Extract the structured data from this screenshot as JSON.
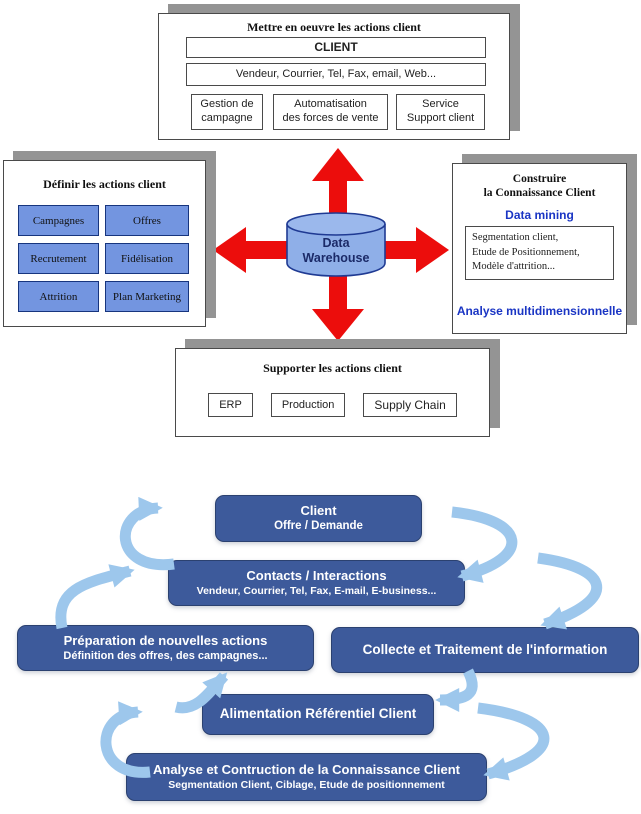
{
  "colors": {
    "red_arrow": "#ec0d0c",
    "cylinder_fill": "#8fafe8",
    "cylinder_border": "#1f3a93",
    "navy_box": "#3d5a9b",
    "light_blue_arrow": "#9dc7ec",
    "action_cell_fill": "#7395e0",
    "action_cell_border": "#17357e",
    "accent_blue_text": "#1a35c4",
    "panel_shadow": "#949494"
  },
  "top_diagram": {
    "implement": {
      "title": "Mettre en oeuvre les actions client",
      "client": "CLIENT",
      "channels": "Vendeur, Courrier, Tel, Fax, email, Web...",
      "boxes": [
        "Gestion de\ncampagne",
        "Automatisation\ndes forces de vente",
        "Service\nSupport client"
      ]
    },
    "define": {
      "title": "Définir les actions client",
      "cells": [
        "Campagnes",
        "Offres",
        "Recrutement",
        "Fidélisation",
        "Attrition",
        "Plan Marketing"
      ]
    },
    "build": {
      "title": "Construire\nla Connaissance Client",
      "data_mining": "Data mining",
      "details": "Segmentation client,\nEtude de Positionnement,\nModèle d'attrition...",
      "analysis": "Analyse multidimensionnelle"
    },
    "support": {
      "title": "Supporter les actions client",
      "boxes": [
        "ERP",
        "Production",
        "Supply Chain"
      ]
    },
    "warehouse": {
      "line1": "Data",
      "line2": "Warehouse"
    }
  },
  "flow_diagram": {
    "boxes": [
      {
        "title": "Client",
        "subtitle": "Offre / Demande"
      },
      {
        "title": "Contacts / Interactions",
        "subtitle": "Vendeur, Courrier, Tel, Fax, E-mail, E-business..."
      },
      {
        "title": "Préparation de nouvelles actions",
        "subtitle": "Définition des offres, des campagnes..."
      },
      {
        "title": "Collecte et Traitement de l'information",
        "subtitle": ""
      },
      {
        "title": "Alimentation Référentiel Client",
        "subtitle": ""
      },
      {
        "title": "Analyse et Contruction de la Connaissance Client",
        "subtitle": "Segmentation Client, Ciblage, Etude de positionnement"
      }
    ]
  }
}
